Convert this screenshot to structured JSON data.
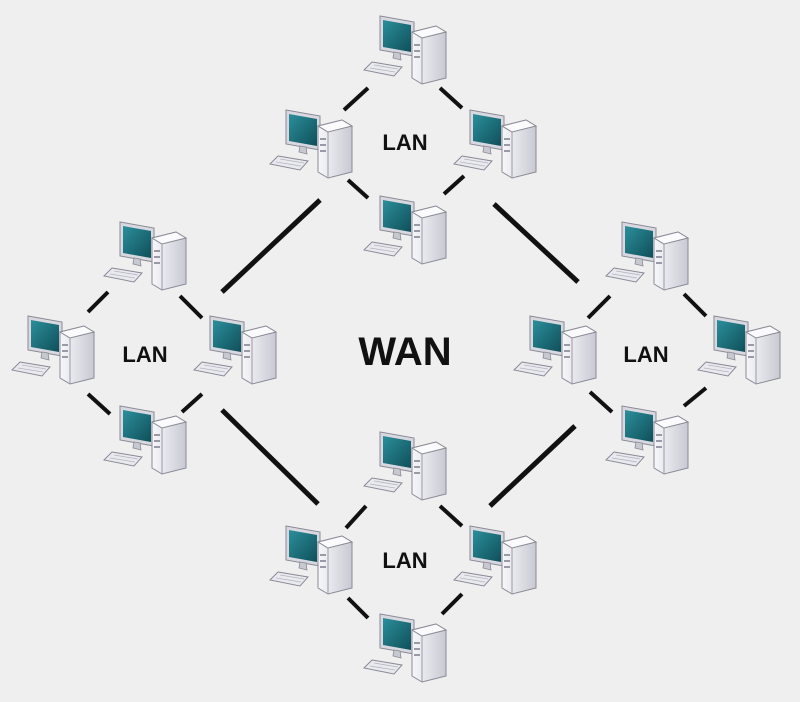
{
  "wan": {
    "label": "WAN"
  },
  "lans": [
    {
      "id": "top",
      "label": "LAN"
    },
    {
      "id": "left",
      "label": "LAN"
    },
    {
      "id": "right",
      "label": "LAN"
    },
    {
      "id": "bottom",
      "label": "LAN"
    }
  ],
  "colors": {
    "background": "#efefef",
    "link": "#111111",
    "screen": "#1b6e7a",
    "case": "#e6e6ec"
  },
  "icons": {
    "computer": "desktop-computer-icon"
  }
}
